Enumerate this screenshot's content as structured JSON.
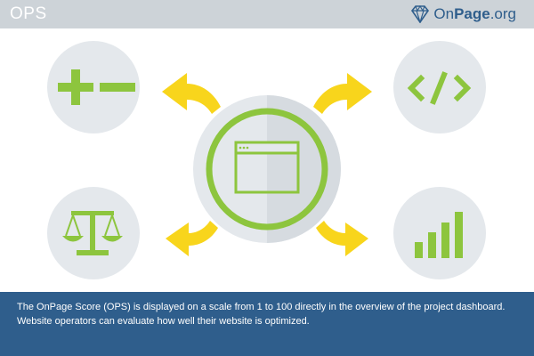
{
  "header": {
    "title": "OPS",
    "brand": {
      "on": "On",
      "page": "Page",
      "tld": ".org"
    }
  },
  "diagram": {
    "center": "browser-window-icon",
    "nodes": [
      "plus-minus-icon",
      "code-icon",
      "balance-scale-icon",
      "bar-chart-icon"
    ]
  },
  "caption": {
    "text": "The OnPage Score (OPS) is displayed on a scale from 1 to 100 directly in the overview of the project dashboard. Website operators can evaluate how well their website is optimized."
  },
  "colors": {
    "header_bg": "#cdd3d8",
    "brand_blue": "#2f5e8c",
    "caption_bg": "#2f5e8c",
    "circle_gray": "#e4e8ec",
    "icon_green": "#8dc53e",
    "arrow_yellow": "#f8d51c"
  }
}
